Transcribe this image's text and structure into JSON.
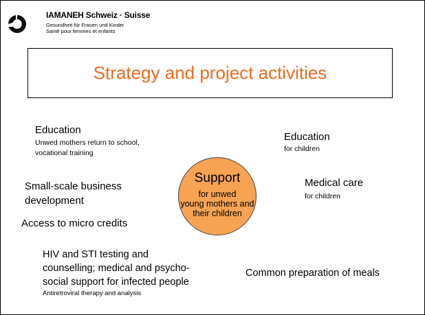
{
  "header": {
    "org_name": "IAMANEH Schweiz · Suisse",
    "org_line1": "Gesundheit für Frauen und Kinder",
    "org_line2": "Santé pour femmes et enfants"
  },
  "title": "Strategy and project activities",
  "center": {
    "main": "Support",
    "sub1": "for unwed",
    "sub2": "young mothers and",
    "sub3": "their children"
  },
  "items": {
    "education_mothers": {
      "heading": "Education",
      "detail1": "Unwed mothers return to school,",
      "detail2": "vocational training"
    },
    "education_children": {
      "heading": "Education",
      "detail": "for children"
    },
    "business": {
      "line1": "Small-scale business",
      "line2": "development"
    },
    "medical": {
      "heading": "Medical care",
      "detail": "for children"
    },
    "credits": "Access to micro credits",
    "hiv": {
      "line1": "HIV and STI testing and",
      "line2": "counselling; medical and psycho-",
      "line3": "social support for infected people",
      "detail": "Antiretroviral therapy and analysis"
    },
    "meals": "Common preparation of meals"
  },
  "colors": {
    "title": "#ee6a1e",
    "circle_fill": "#f6a354",
    "logo": "#111111"
  }
}
